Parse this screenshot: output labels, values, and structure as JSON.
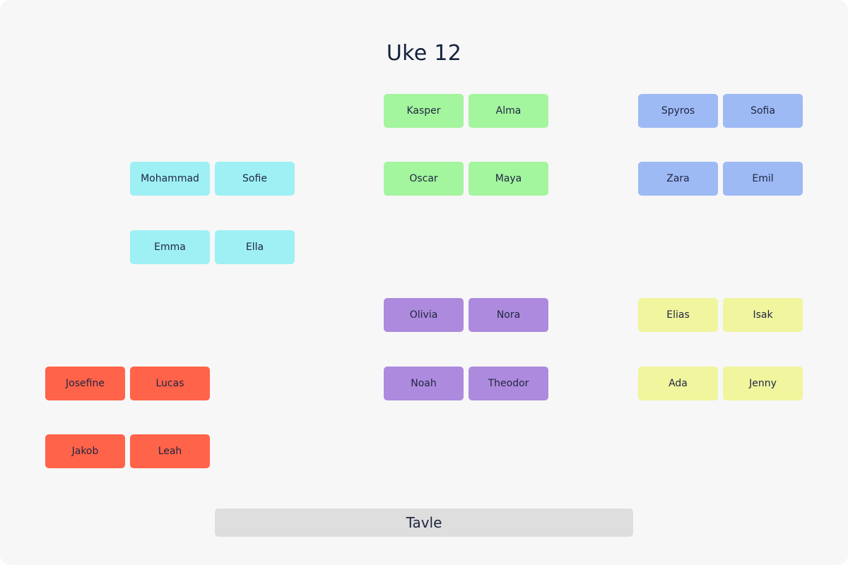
{
  "title": "Uke 12",
  "board_label": "Tavle",
  "colors": {
    "cyan": "#9ef0f5",
    "green": "#a3f59e",
    "blue": "#9ebaf5",
    "purple": "#ad8ade",
    "yellow": "#f0f59e",
    "red": "#ff634a",
    "board": "#dedede",
    "background": "#f7f7f7",
    "text": "#1f2540"
  },
  "groups": {
    "cyan": [
      "Mohammad",
      "Sofie",
      "Emma",
      "Ella"
    ],
    "green": [
      "Kasper",
      "Alma",
      "Oscar",
      "Maya"
    ],
    "blue": [
      "Spyros",
      "Sofia",
      "Zara",
      "Emil"
    ],
    "purple": [
      "Olivia",
      "Nora",
      "Noah",
      "Theodor"
    ],
    "yellow": [
      "Elias",
      "Isak",
      "Ada",
      "Jenny"
    ],
    "red": [
      "Josefine",
      "Lucas",
      "Jakob",
      "Leah"
    ]
  }
}
